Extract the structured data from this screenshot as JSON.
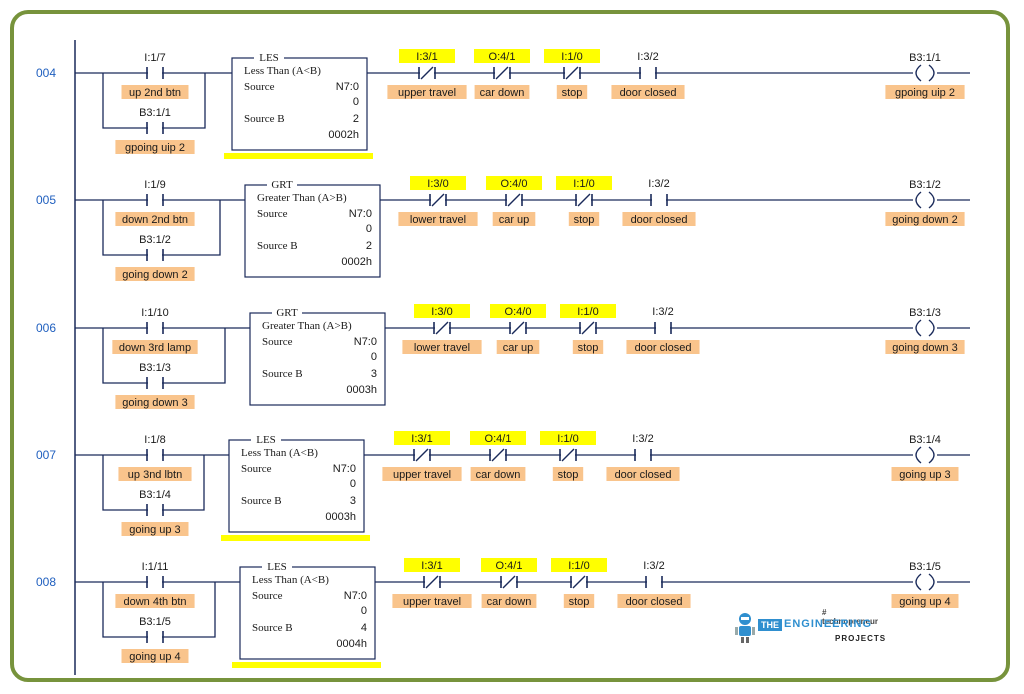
{
  "rungs": [
    {
      "number": "004",
      "input": {
        "addr": "I:1/7",
        "label": "up 2nd btn"
      },
      "latch": {
        "addr": "B3:1/1",
        "label": "gpoing uip 2"
      },
      "block": {
        "mnemonic": "LES",
        "title": "Less Than (A<B)",
        "source_label": "Source",
        "source_val1": "N7:0",
        "source_val2": "0",
        "sourceb_label": "Source B",
        "sourceb_val1": "2",
        "sourceb_val2": "0002h"
      },
      "contacts": [
        {
          "addr": "I:3/1",
          "label": "upper travel",
          "nc": true
        },
        {
          "addr": "O:4/1",
          "label": "car down",
          "nc": true
        },
        {
          "addr": "I:1/0",
          "label": "stop",
          "nc": true
        },
        {
          "addr": "I:3/2",
          "label": "door closed",
          "nc": false
        }
      ],
      "coil": {
        "addr": "B3:1/1",
        "label": "gpoing uip 2"
      }
    },
    {
      "number": "005",
      "input": {
        "addr": "I:1/9",
        "label": "down 2nd btn"
      },
      "latch": {
        "addr": "B3:1/2",
        "label": "going down 2"
      },
      "block": {
        "mnemonic": "GRT",
        "title": "Greater Than (A>B)",
        "source_label": "Source",
        "source_val1": "N7:0",
        "source_val2": "0",
        "sourceb_label": "Source B",
        "sourceb_val1": "2",
        "sourceb_val2": "0002h"
      },
      "contacts": [
        {
          "addr": "I:3/0",
          "label": "lower travel",
          "nc": true
        },
        {
          "addr": "O:4/0",
          "label": "car up",
          "nc": true
        },
        {
          "addr": "I:1/0",
          "label": "stop",
          "nc": true
        },
        {
          "addr": "I:3/2",
          "label": "door closed",
          "nc": false
        }
      ],
      "coil": {
        "addr": "B3:1/2",
        "label": "going down 2"
      }
    },
    {
      "number": "006",
      "input": {
        "addr": "I:1/10",
        "label": "down 3rd lamp"
      },
      "latch": {
        "addr": "B3:1/3",
        "label": "going down 3"
      },
      "block": {
        "mnemonic": "GRT",
        "title": "Greater Than (A>B)",
        "source_label": "Source",
        "source_val1": "N7:0",
        "source_val2": "0",
        "sourceb_label": "Source B",
        "sourceb_val1": "3",
        "sourceb_val2": "0003h"
      },
      "contacts": [
        {
          "addr": "I:3/0",
          "label": "lower travel",
          "nc": true
        },
        {
          "addr": "O:4/0",
          "label": "car up",
          "nc": true
        },
        {
          "addr": "I:1/0",
          "label": "stop",
          "nc": true
        },
        {
          "addr": "I:3/2",
          "label": "door closed",
          "nc": false
        }
      ],
      "coil": {
        "addr": "B3:1/3",
        "label": "going down 3"
      }
    },
    {
      "number": "007",
      "input": {
        "addr": "I:1/8",
        "label": "up 3nd lbtn"
      },
      "latch": {
        "addr": "B3:1/4",
        "label": "going up 3"
      },
      "block": {
        "mnemonic": "LES",
        "title": "Less Than (A<B)",
        "source_label": "Source",
        "source_val1": "N7:0",
        "source_val2": "0",
        "sourceb_label": "Source B",
        "sourceb_val1": "3",
        "sourceb_val2": "0003h"
      },
      "contacts": [
        {
          "addr": "I:3/1",
          "label": "upper travel",
          "nc": true
        },
        {
          "addr": "O:4/1",
          "label": "car down",
          "nc": true
        },
        {
          "addr": "I:1/0",
          "label": "stop",
          "nc": true
        },
        {
          "addr": "I:3/2",
          "label": "door closed",
          "nc": false
        }
      ],
      "coil": {
        "addr": "B3:1/4",
        "label": "going up 3"
      }
    },
    {
      "number": "008",
      "input": {
        "addr": "I:1/11",
        "label": "down 4th btn"
      },
      "latch": {
        "addr": "B3:1/5",
        "label": "going up 4"
      },
      "block": {
        "mnemonic": "LES",
        "title": "Less Than (A<B)",
        "source_label": "Source",
        "source_val1": "N7:0",
        "source_val2": "0",
        "sourceb_label": "Source B",
        "sourceb_val1": "4",
        "sourceb_val2": "0004h"
      },
      "contacts": [
        {
          "addr": "I:3/1",
          "label": "upper travel",
          "nc": true
        },
        {
          "addr": "O:4/1",
          "label": "car down",
          "nc": true
        },
        {
          "addr": "I:1/0",
          "label": "stop",
          "nc": true
        },
        {
          "addr": "I:3/2",
          "label": "door closed",
          "nc": false
        }
      ],
      "coil": {
        "addr": "B3:1/5",
        "label": "going up 4"
      }
    }
  ],
  "logo": {
    "tag": "# technopreneur",
    "the": "THE",
    "engineering": "ENGINEERING",
    "projects": "PROJECTS"
  },
  "colors": {
    "frame": "#77933c",
    "label_fill": "#f9c48c",
    "addr_highlight": "#ffff00",
    "rung_number": "#1f5fbf",
    "wire": "#1a2a5a"
  }
}
